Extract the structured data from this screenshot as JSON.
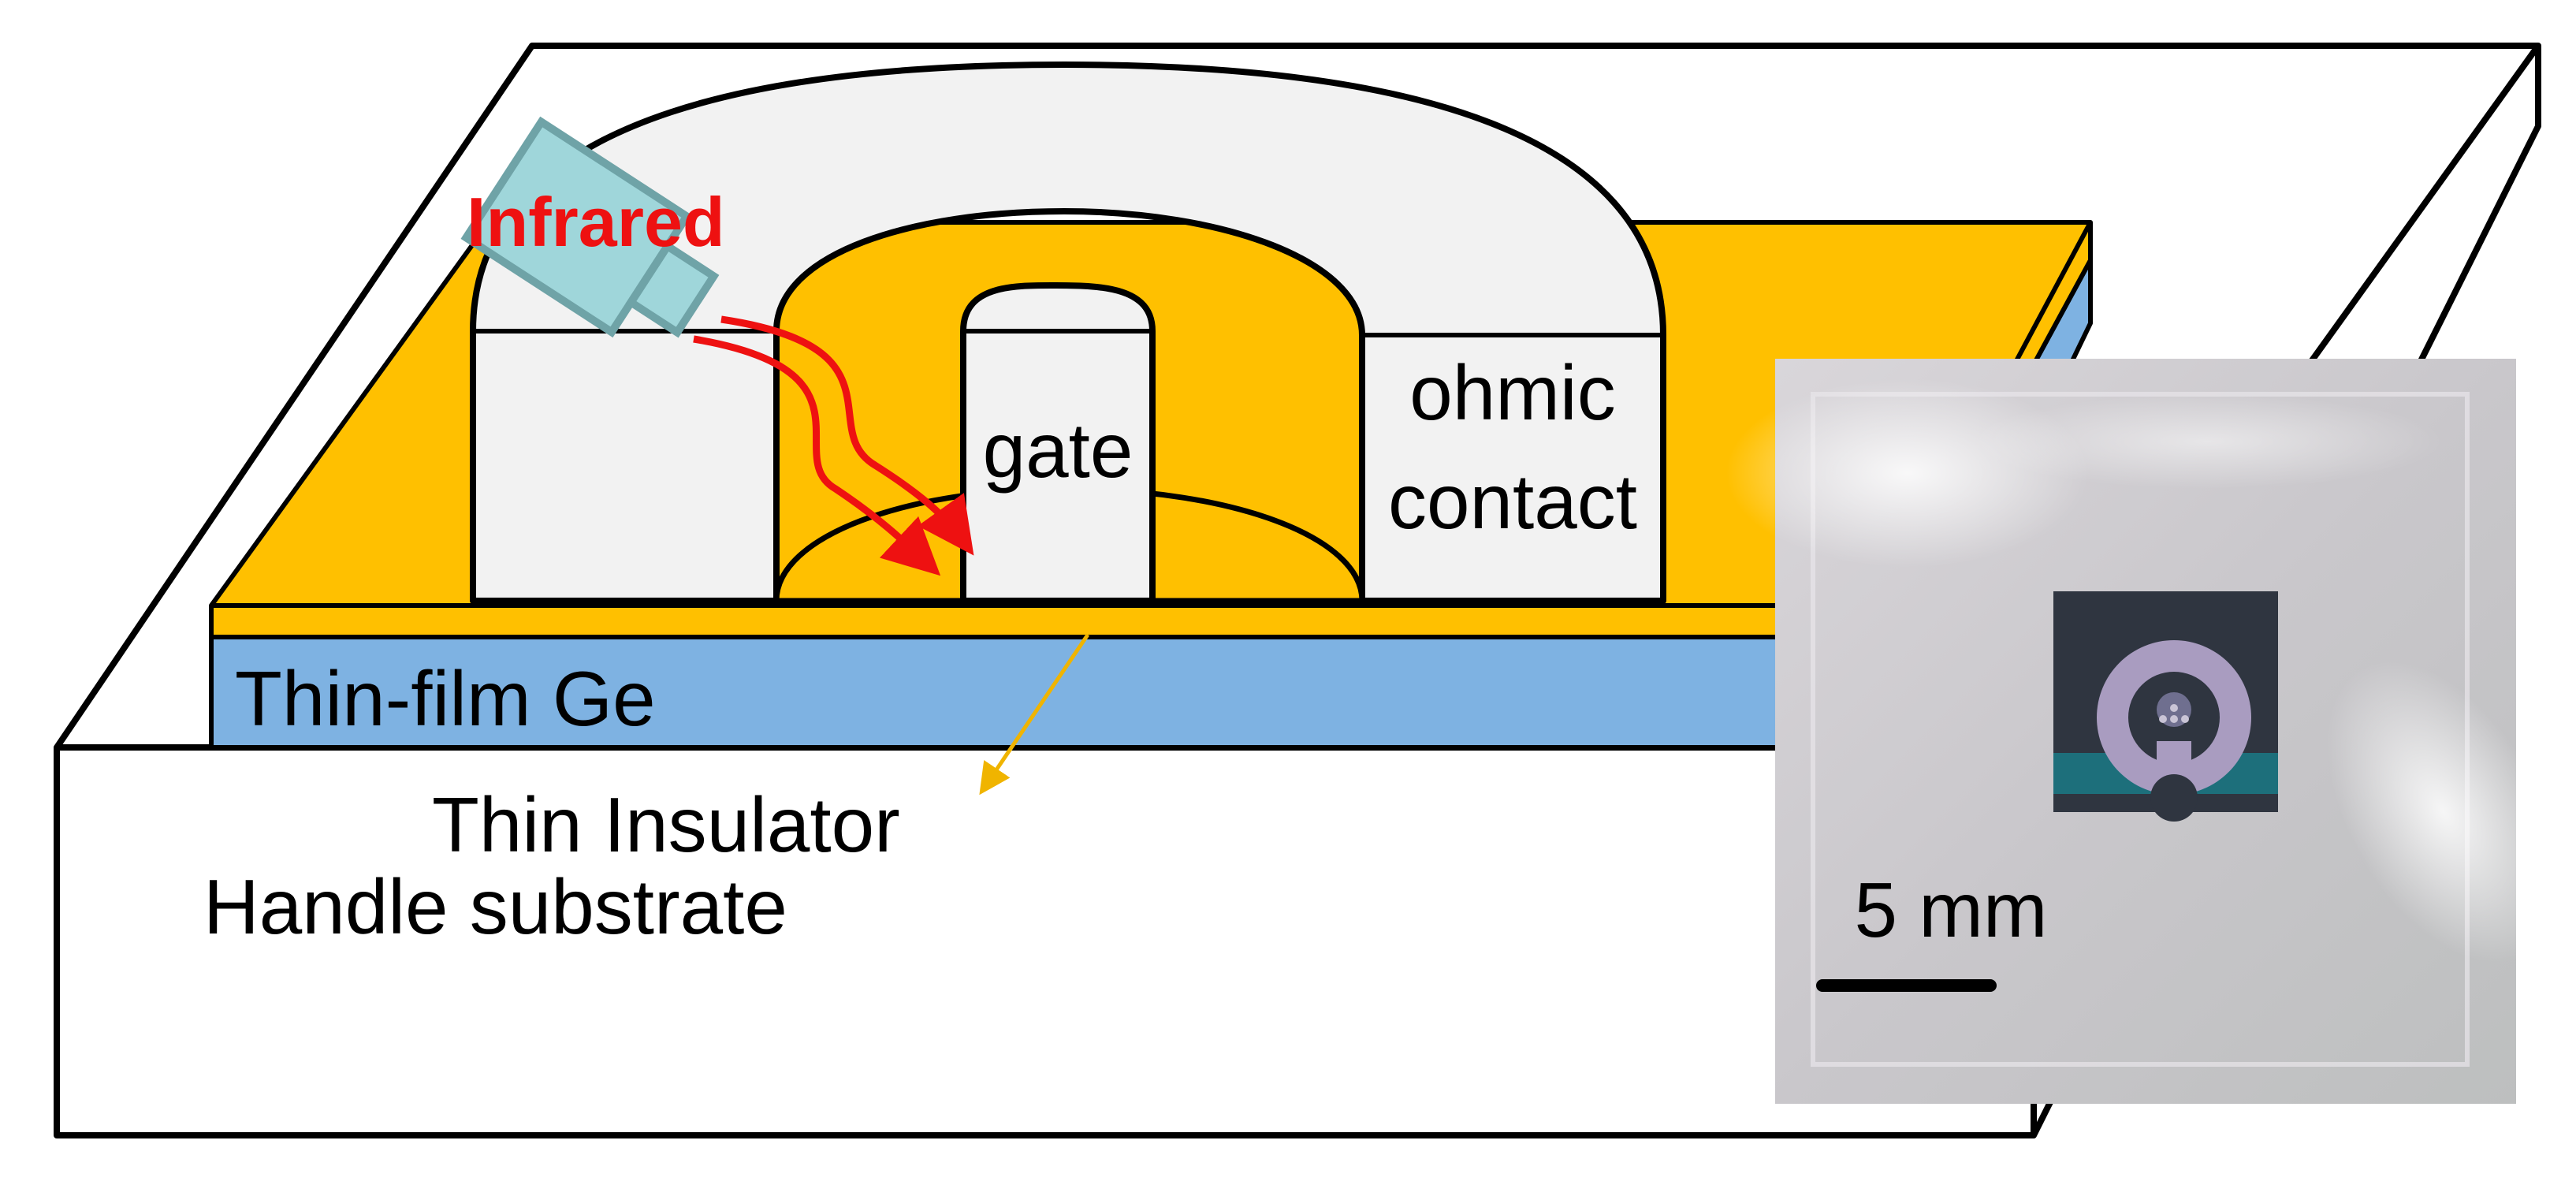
{
  "labels": {
    "infrared": "Infrared",
    "gate": "gate",
    "ohmic_line1": "ohmic",
    "ohmic_line2": "contact",
    "thin_film": "Thin-film Ge",
    "insulator": "Thin Insulator",
    "substrate": "Handle substrate",
    "scale": "5 mm"
  },
  "colors": {
    "substrate": "#ffffff",
    "insulator": "#ffc000",
    "thin_film_ge": "#7eb2e2",
    "contact_fill": "#f2f2f2",
    "outline": "#000000",
    "infrared": "#ee1111",
    "insulator_label": "#f6a24e",
    "insulator_arrow": "#f0b400",
    "source_fill": "#9fd6da",
    "source_stroke": "#6fa3a7"
  },
  "icons": {
    "infrared_source": "ir-source-icon",
    "scale_bar": "scale-bar"
  }
}
